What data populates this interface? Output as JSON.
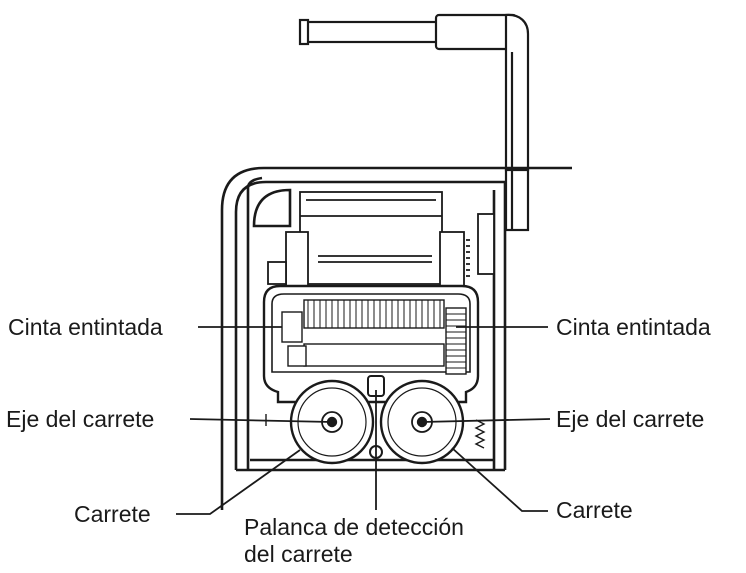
{
  "labels": {
    "ribbon_left": "Cinta entintada",
    "ribbon_right": "Cinta entintada",
    "spool_shaft_left": "Eje del carrete",
    "spool_shaft_right": "Eje del carrete",
    "spool_left": "Carrete",
    "spool_right": "Carrete",
    "spool_lever_line1": "Palanca de detección",
    "spool_lever_line2": "del carrete"
  }
}
